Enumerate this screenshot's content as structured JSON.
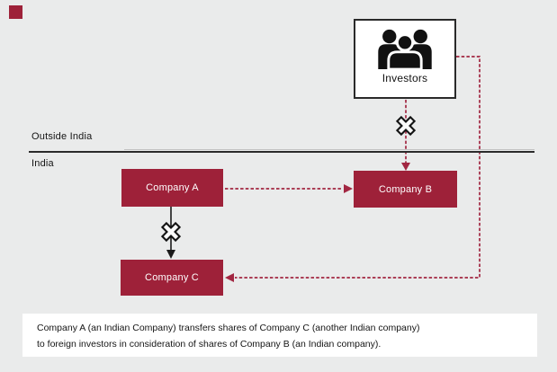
{
  "diagram": {
    "regions": {
      "outside_label": "Outside India",
      "india_label": "India"
    },
    "nodes": {
      "investors": {
        "label": "Investors",
        "icon": "group-people-icon",
        "location": "Outside India"
      },
      "company_a": {
        "label": "Company A",
        "location": "India"
      },
      "company_b": {
        "label": "Company B",
        "location": "India"
      },
      "company_c": {
        "label": "Company C",
        "location": "India"
      }
    },
    "connections": [
      {
        "from": "Investors",
        "to": "Company B",
        "style": "dashed-red-arrow",
        "annotation": "crossed-out-x"
      },
      {
        "from": "Company A",
        "to": "Company B",
        "style": "dashed-red-arrow"
      },
      {
        "from": "Company A",
        "to": "Company C",
        "style": "solid-black-arrow",
        "annotation": "crossed-out-x"
      },
      {
        "from": "Investors",
        "to": "Company C",
        "style": "dashed-red-arrow",
        "route": "right-side-around"
      }
    ],
    "caption": {
      "line1": "Company A (an Indian Company) transfers shares of Company C (another Indian company)",
      "line2": "to foreign investors in consideration of shares of Company B (an Indian company)."
    },
    "colors": {
      "background": "#eaebeb",
      "accent_maroon": "#9e2139",
      "dashed_line_red": "#a22742",
      "box_text": "#ffffff",
      "divider": "#2b2b2b"
    }
  }
}
